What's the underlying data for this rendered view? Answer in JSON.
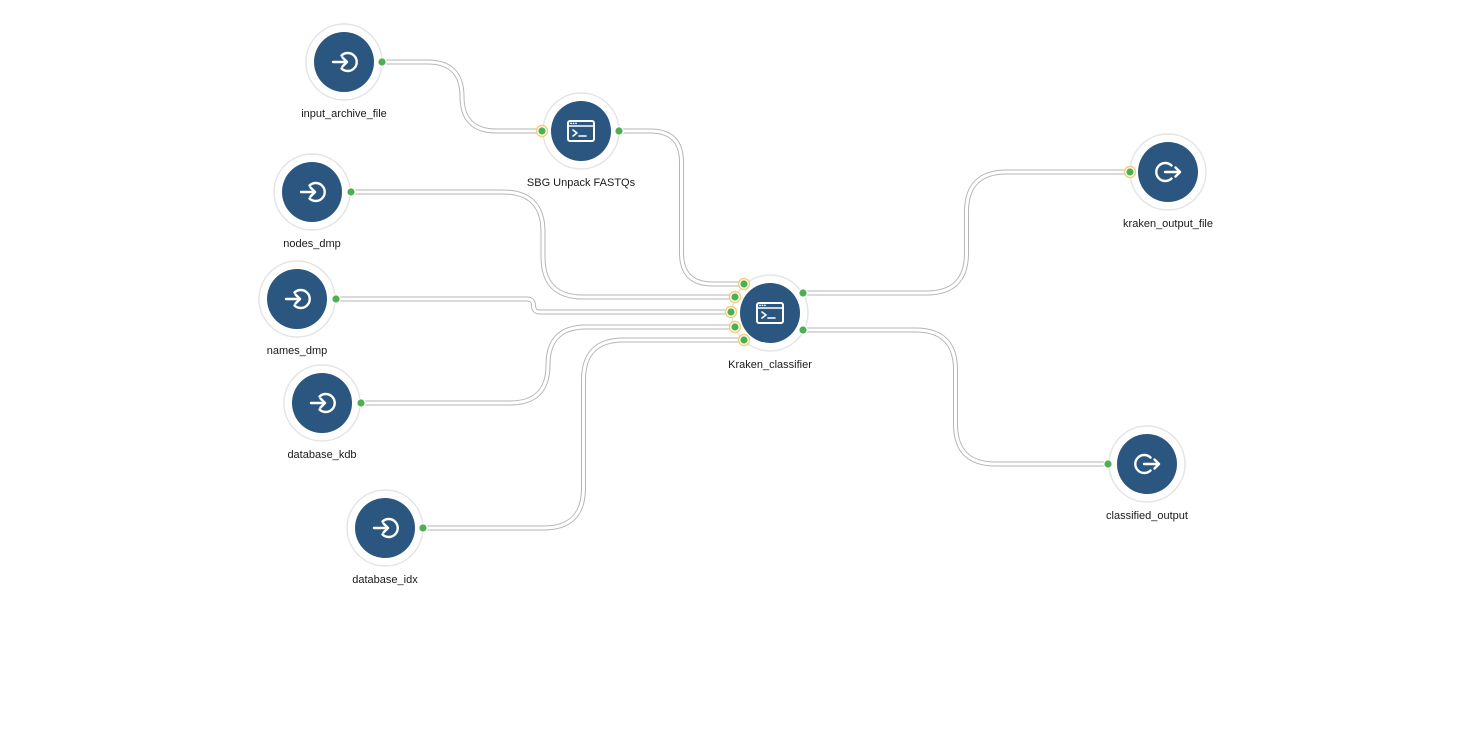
{
  "canvas": {
    "background": "#ffffff"
  },
  "colors": {
    "node_fill": "#2a5680",
    "port_connected": "#4caf50",
    "port_ring_input": "#f3cf7a",
    "edge_outline": "#b5b5b5"
  },
  "nodes": [
    {
      "id": "input_archive_file",
      "label": "input_archive_file",
      "kind": "input",
      "icon": "input-arrow-icon"
    },
    {
      "id": "nodes_dmp",
      "label": "nodes_dmp",
      "kind": "input",
      "icon": "input-arrow-icon"
    },
    {
      "id": "names_dmp",
      "label": "names_dmp",
      "kind": "input",
      "icon": "input-arrow-icon"
    },
    {
      "id": "database_kdb",
      "label": "database_kdb",
      "kind": "input",
      "icon": "input-arrow-icon"
    },
    {
      "id": "database_idx",
      "label": "database_idx",
      "kind": "input",
      "icon": "input-arrow-icon"
    },
    {
      "id": "sbg_unpack",
      "label": "SBG Unpack FASTQs",
      "kind": "tool",
      "icon": "terminal-icon"
    },
    {
      "id": "kraken",
      "label": "Kraken_classifier",
      "kind": "tool",
      "icon": "terminal-icon"
    },
    {
      "id": "kraken_output_file",
      "label": "kraken_output_file",
      "kind": "output",
      "icon": "output-arrow-icon"
    },
    {
      "id": "classified_output",
      "label": "classified_output",
      "kind": "output",
      "icon": "output-arrow-icon"
    }
  ],
  "edges": [
    {
      "from": "input_archive_file",
      "to": "sbg_unpack"
    },
    {
      "from": "sbg_unpack",
      "to": "kraken"
    },
    {
      "from": "nodes_dmp",
      "to": "kraken"
    },
    {
      "from": "names_dmp",
      "to": "kraken"
    },
    {
      "from": "database_kdb",
      "to": "kraken"
    },
    {
      "from": "database_idx",
      "to": "kraken"
    },
    {
      "from": "kraken",
      "to": "kraken_output_file"
    },
    {
      "from": "kraken",
      "to": "classified_output"
    }
  ]
}
